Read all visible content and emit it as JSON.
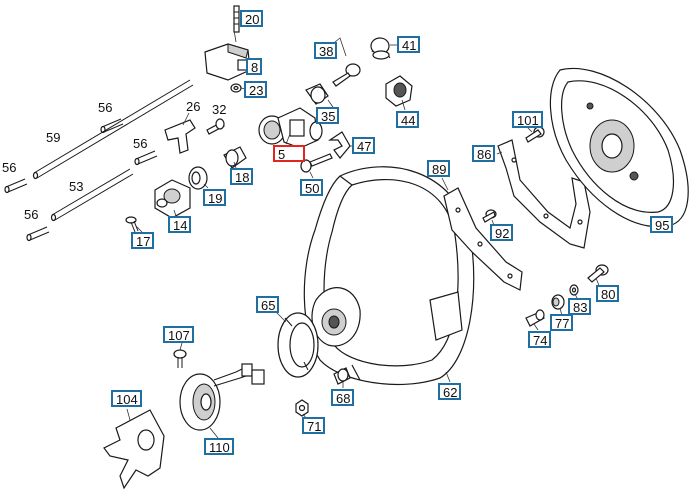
{
  "diagram": {
    "callouts": [
      {
        "id": "20",
        "label": "20"
      },
      {
        "id": "8",
        "label": "8"
      },
      {
        "id": "23",
        "label": "23"
      },
      {
        "id": "38",
        "label": "38"
      },
      {
        "id": "41",
        "label": "41"
      },
      {
        "id": "35",
        "label": "35"
      },
      {
        "id": "44",
        "label": "44"
      },
      {
        "id": "5",
        "label": "5",
        "selected": true
      },
      {
        "id": "47",
        "label": "47"
      },
      {
        "id": "50",
        "label": "50"
      },
      {
        "id": "18",
        "label": "18"
      },
      {
        "id": "19",
        "label": "19"
      },
      {
        "id": "14",
        "label": "14"
      },
      {
        "id": "17",
        "label": "17"
      },
      {
        "id": "101",
        "label": "101"
      },
      {
        "id": "86",
        "label": "86"
      },
      {
        "id": "89",
        "label": "89"
      },
      {
        "id": "95",
        "label": "95"
      },
      {
        "id": "92",
        "label": "92"
      },
      {
        "id": "80",
        "label": "80"
      },
      {
        "id": "83",
        "label": "83"
      },
      {
        "id": "77",
        "label": "77"
      },
      {
        "id": "74",
        "label": "74"
      },
      {
        "id": "65",
        "label": "65"
      },
      {
        "id": "107",
        "label": "107"
      },
      {
        "id": "104",
        "label": "104"
      },
      {
        "id": "110",
        "label": "110"
      },
      {
        "id": "68",
        "label": "68"
      },
      {
        "id": "71",
        "label": "71"
      },
      {
        "id": "62",
        "label": "62"
      }
    ],
    "plain_labels": [
      {
        "id": "56a",
        "label": "56"
      },
      {
        "id": "26",
        "label": "26"
      },
      {
        "id": "59",
        "label": "59"
      },
      {
        "id": "56b",
        "label": "56"
      },
      {
        "id": "32",
        "label": "32"
      },
      {
        "id": "56c",
        "label": "56"
      },
      {
        "id": "53",
        "label": "53"
      },
      {
        "id": "56d",
        "label": "56"
      }
    ],
    "colors": {
      "callout_border": "#1f6fa3",
      "selected_border": "#e0261f",
      "line": "#1a1a1a"
    }
  }
}
